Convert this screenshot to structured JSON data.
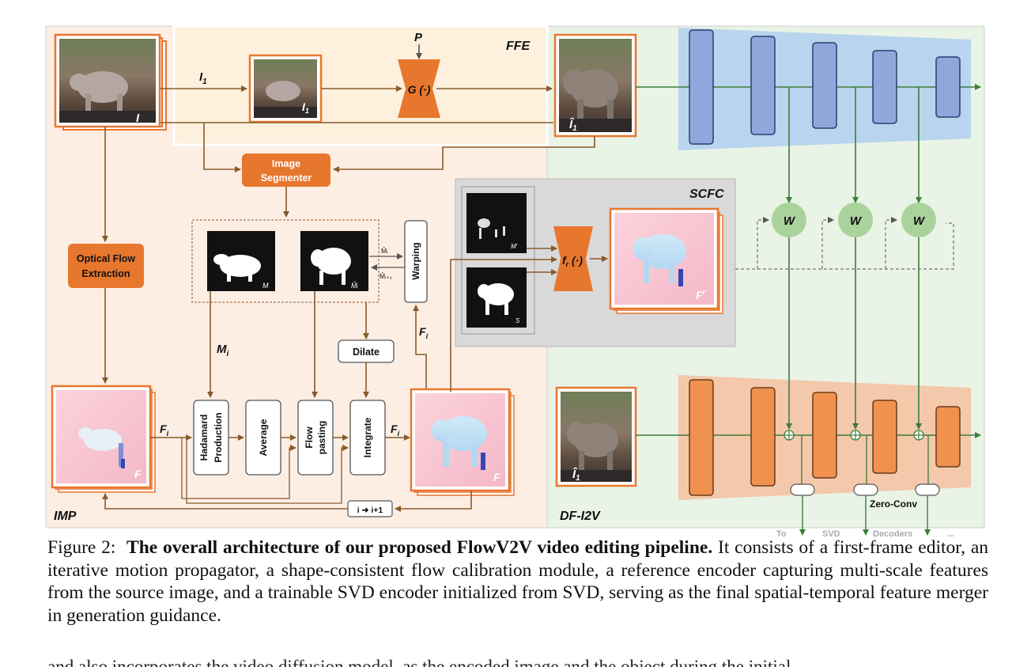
{
  "regions": {
    "ffe": "FFE",
    "imp": "IMP",
    "scfc": "SCFC",
    "dfi2v": "DF-I2V"
  },
  "labels": {
    "p": "P",
    "i1": "I",
    "i1_sub": "1",
    "i_frame": "I",
    "i1_frame": "I",
    "i1_frame_sub": "1",
    "g_box": "G (·)",
    "i1hat_frame": "Î",
    "i1hat_sub": "1",
    "fr_box_main": "f",
    "fr_box_sub": "r",
    "fr_box_tail": " (·)",
    "w1": "W",
    "w2": "W",
    "w3": "W",
    "mi": "M",
    "mi_sub": "i",
    "m_label": "M",
    "mhat_label": "M̂ᵢ",
    "mprime_label": "M′",
    "s_label": "S",
    "warp_in": "M̂ᵢ",
    "warp_out": "M̂ᵢ₊₁",
    "fi_left": "F",
    "fi_right": "F",
    "fi_up": "F",
    "fi_sub": "i",
    "f_frame": "F",
    "f_frame_out": "F",
    "fr_frame": "F",
    "fr_frame_sub": "r",
    "iter": "i ➜ i+1",
    "zero_conv": "Zero-Conv",
    "to": "To",
    "svd": "SVD",
    "decoders": "Decoders",
    "ellipsis": "..."
  },
  "boxes": {
    "image_segmenter_1": "Image",
    "image_segmenter_2": "Segmenter",
    "optical_flow_1": "Optical Flow",
    "optical_flow_2": "Extraction",
    "warping": "Warping",
    "dilate": "Dilate",
    "hadamard_1": "Hadamard",
    "hadamard_2": "Production",
    "average": "Average",
    "flow_pasting_1": "Flow",
    "flow_pasting_2": "pasting",
    "integrate": "Integrate"
  },
  "caption": {
    "prefix": "Figure 2:",
    "bold": "The overall architecture of our proposed FlowV2V video editing pipeline.",
    "rest": "It consists of a first-frame editor, an iterative motion propagator, a shape-consistent flow calibration module, a reference encoder capturing multi-scale features from the source image, and a trainable SVD encoder initialized from SVD, serving as the final spatial-temporal feature merger in generation guidance."
  },
  "next_paragraph": "and also incorporates the video diffusion model, as the encoded image and the object during the initial",
  "colors": {
    "orange": "#e8772e",
    "orange_dark": "#c85f1c",
    "ffe_bg": "#fdf0dc",
    "imp_bg": "#fdeee4",
    "green_bg": "#e9f3e6",
    "blue": "#8ea8dc",
    "blue_dark": "#2b3d6e",
    "ref_bg": "#b9d4ee",
    "gray_bg": "#d9d9d9",
    "green_circle": "#a9d39b",
    "flow_pink": "#f7c4cf",
    "arrow_brown": "#8a5a2b",
    "arrow_green": "#3f7d3a"
  }
}
